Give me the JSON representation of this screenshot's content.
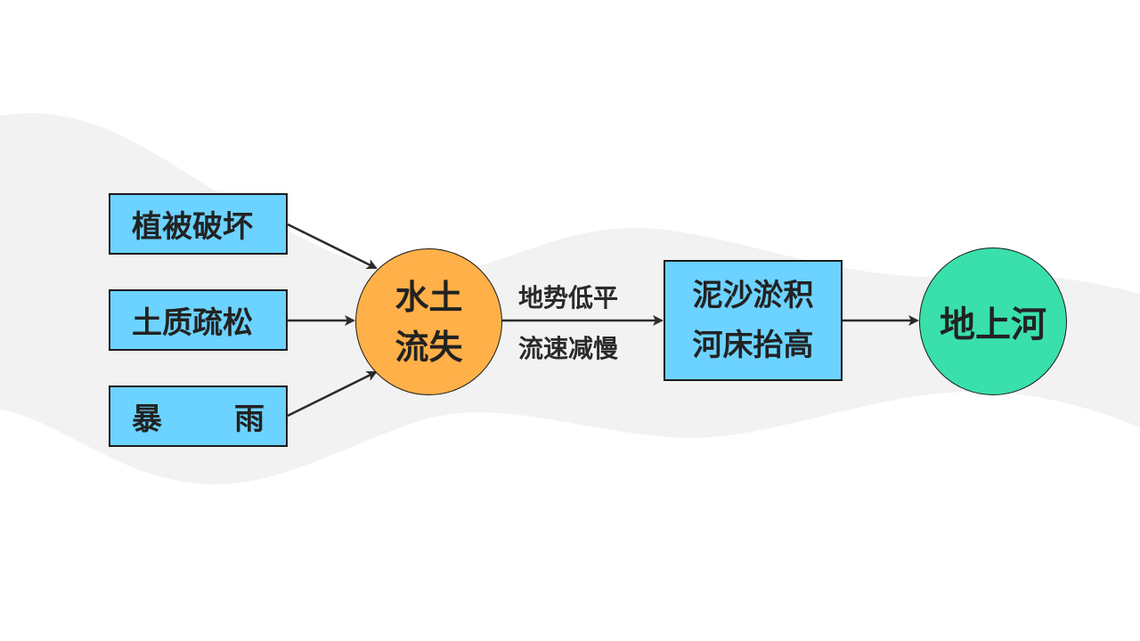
{
  "causes": [
    "植被破坏",
    "土质疏松",
    "暴雨"
  ],
  "erosion": {
    "line1": "水土",
    "line2": "流失"
  },
  "conditions": [
    "地势低平",
    "流速减慢"
  ],
  "process": {
    "line1": "泥沙淤积",
    "line2": "河床抬高"
  },
  "result": "地上河",
  "colors": {
    "cause_box": "#6cd2ff",
    "erosion_circle": "#ffb048",
    "result_circle": "#39e0ac",
    "background_wave": "#f2f2f2",
    "arrow": "#2b2b2b"
  }
}
